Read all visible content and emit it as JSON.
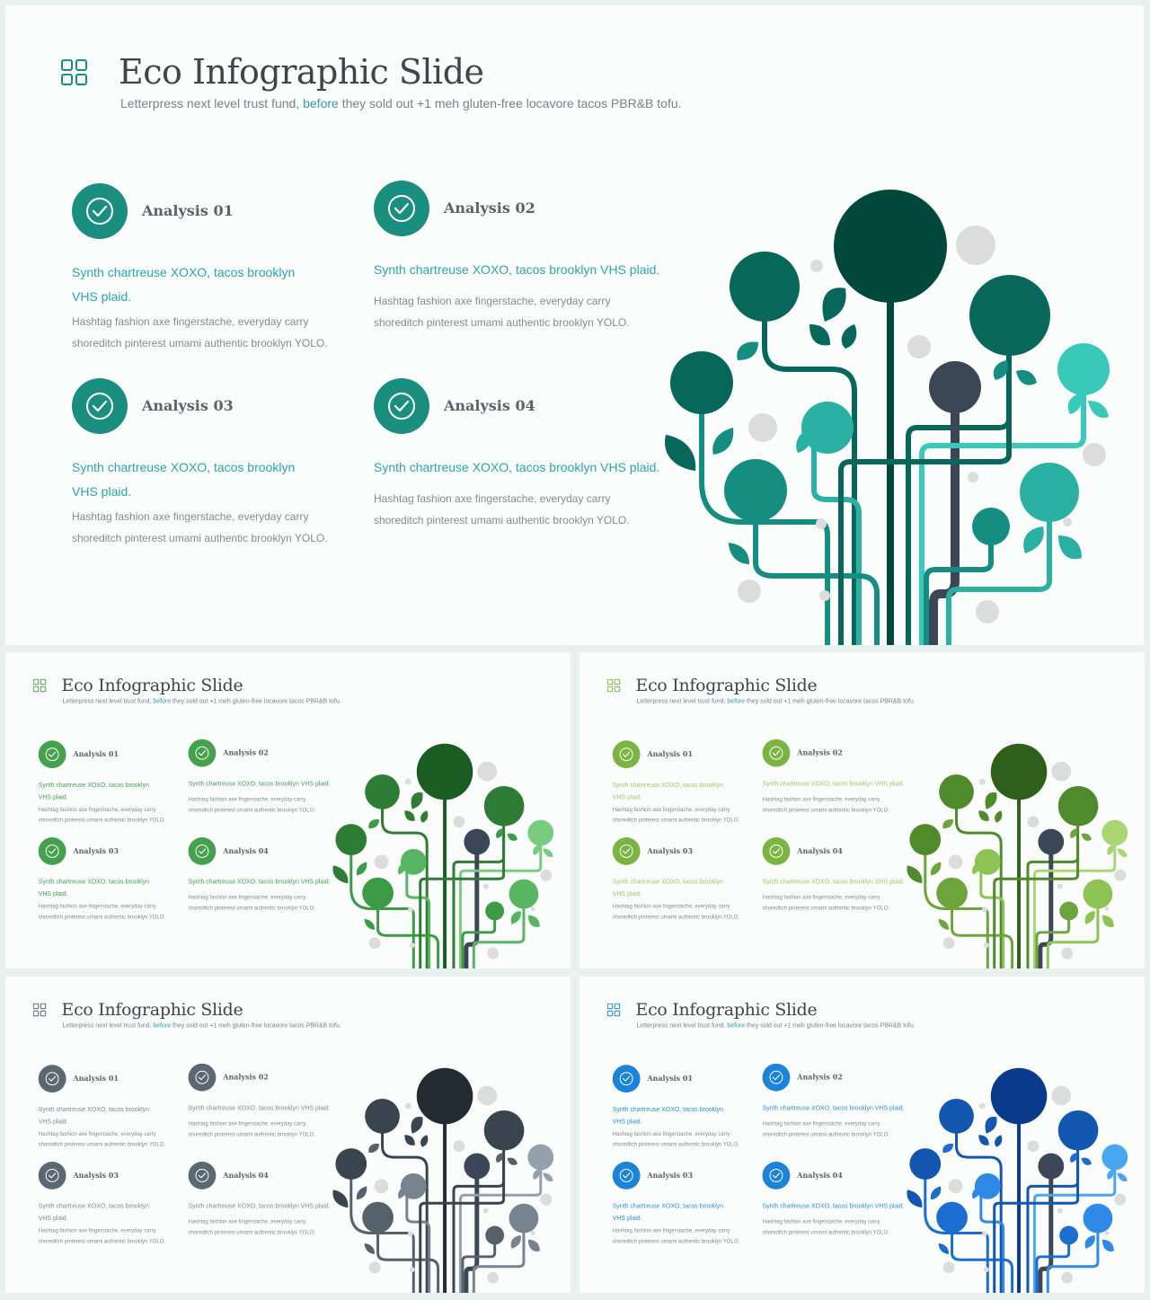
{
  "slide": {
    "title": "Eco Infographic Slide",
    "subtitle_before": "Letterpress next level trust fund, ",
    "subtitle_highlight": "before",
    "subtitle_after": " they sold out +1 meh gluten-free locavore tacos PBR&B tofu.",
    "items": [
      {
        "title": "Analysis 01",
        "lead": "Synth chartreuse XOXO, tacos brooklyn VHS plaid.",
        "body": "Hashtag fashion axe fingerstache, everyday carry shoreditch pinterest umami authentic brooklyn YOLO."
      },
      {
        "title": "Analysis 02",
        "lead": "Synth chartreuse XOXO, tacos brooklyn VHS plaid.",
        "body": "Hashtag fashion axe fingerstache, everyday carry shoreditch pinterest umami authentic brooklyn YOLO."
      },
      {
        "title": "Analysis 03",
        "lead": "Synth chartreuse XOXO, tacos brooklyn VHS plaid.",
        "body": "Hashtag fashion axe fingerstache, everyday carry shoreditch pinterest umami authentic brooklyn YOLO."
      },
      {
        "title": "Analysis 04",
        "lead": "Synth chartreuse XOXO, tacos brooklyn VHS plaid.",
        "body": "Hashtag fashion axe fingerstache, everyday carry shoreditch pinterest umami authentic brooklyn YOLO."
      }
    ]
  },
  "variants": [
    {
      "name": "teal",
      "icon_color": "#1a8f80",
      "lead_color": "#2aa5b1",
      "dark": "#02483c",
      "c1": "#06675a",
      "c2": "#158d80",
      "c3": "#2bb1a3",
      "c4": "#38c9b9"
    },
    {
      "name": "green",
      "icon_color": "#46a14e",
      "lead_color": "#46a14e",
      "dark": "#1a5d22",
      "c1": "#2e7d35",
      "c2": "#3d9a45",
      "c3": "#58b662",
      "c4": "#78cc80"
    },
    {
      "name": "lime",
      "icon_color": "#7cb441",
      "lead_color": "#9cc86a",
      "dark": "#2f5f1b",
      "c1": "#4f8a2b",
      "c2": "#6ea43c",
      "c3": "#8cc352",
      "c4": "#a9d574"
    },
    {
      "name": "slate",
      "icon_color": "#5b6772",
      "lead_color": "#7f8a94",
      "dark": "#232b33",
      "c1": "#3a444e",
      "c2": "#56616c",
      "c3": "#77838e",
      "c4": "#94a0ab"
    },
    {
      "name": "blue",
      "icon_color": "#1b83d8",
      "lead_color": "#2f8ed8",
      "dark": "#0a3a8a",
      "c1": "#1256b0",
      "c2": "#1b6ed0",
      "c3": "#2e8ae4",
      "c4": "#4aa6f0"
    }
  ],
  "accent_node_color": "#3b4656",
  "dot_color": "#dcdcdc"
}
